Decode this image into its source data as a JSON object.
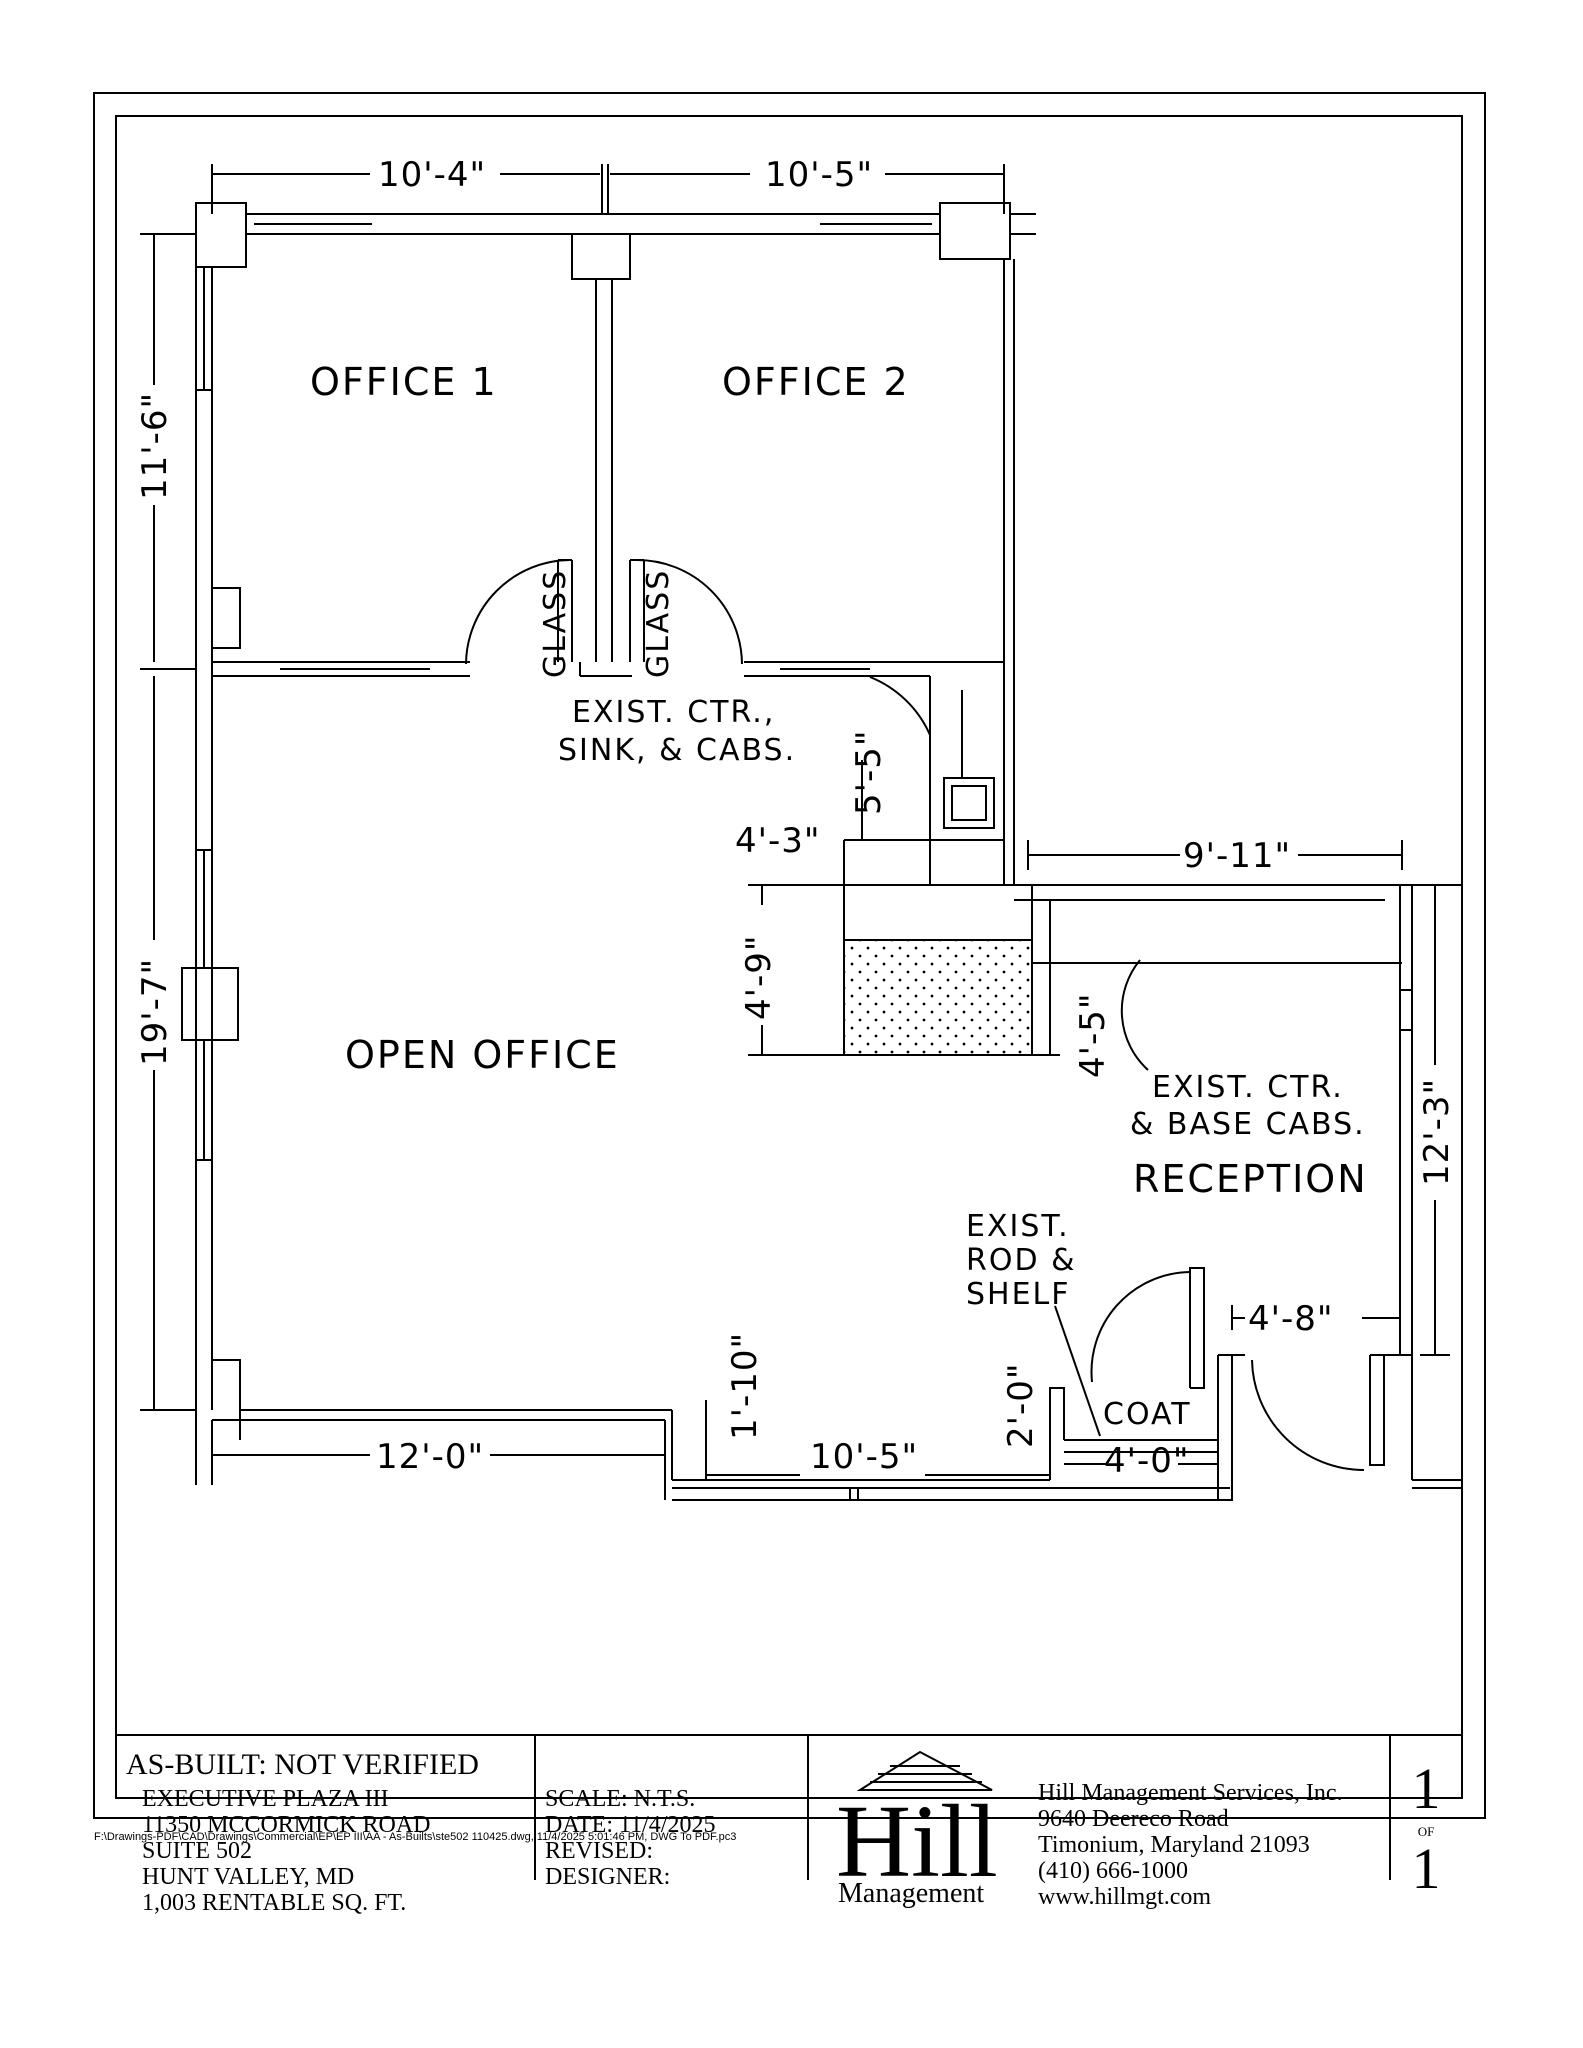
{
  "rooms": {
    "office1": "OFFICE 1",
    "office2": "OFFICE 2",
    "open_office": "OPEN OFFICE",
    "reception": "RECEPTION",
    "coat": "COAT"
  },
  "dimensions": {
    "office1_width": "10'-4\"",
    "office2_width": "10'-5\"",
    "offices_depth": "11'-6\"",
    "open_office_depth": "19'-7\"",
    "bottom_left": "12'-0\"",
    "bottom_mid": "10'-5\"",
    "jog": "1'-10\"",
    "coat_depth": "2'-0\"",
    "coat_width": "4'-0\"",
    "counter_width": "4'-3\"",
    "counter_depth": "4'-9\"",
    "sink_run": "5'-5\"",
    "reception_width": "9'-11\"",
    "reception_cab": "4'-5\"",
    "reception_depth": "12'-3\"",
    "entry_width": "4'-8\""
  },
  "notes": {
    "glass_left": "GLASS",
    "glass_right": "GLASS",
    "sink_line1": "EXIST. CTR.,",
    "sink_line2": "SINK, & CABS.",
    "base_line1": "EXIST. CTR.",
    "base_line2": "& BASE CABS.",
    "rod_line1": "EXIST.",
    "rod_line2": "ROD &",
    "rod_line3": "SHELF"
  },
  "title_block": {
    "status": "AS-BUILT: NOT VERIFIED",
    "address": [
      "EXECUTIVE PLAZA III",
      "11350 MCCORMICK ROAD",
      "SUITE 502",
      "HUNT VALLEY, MD",
      "1,003 RENTABLE SQ. FT."
    ],
    "scale": "SCALE: N.T.S.",
    "date": "DATE: 11/4/2025",
    "revised": "REVISED:",
    "designer": "DESIGNER:",
    "logo_word": "Hill",
    "logo_sub": "Management",
    "company": [
      "Hill Management Services, Inc.",
      "9640 Deereco Road",
      "Timonium, Maryland 21093",
      "(410) 666-1000",
      "www.hillmgt.com"
    ],
    "sheet_number": "1",
    "sheet_of": "OF",
    "sheet_total": "1"
  },
  "footer_path": "F:\\Drawings-PDF\\CAD\\Drawings\\Commercial\\EP\\EP III\\AA - As-Builts\\ste502 110425.dwg, 11/4/2025 5:01:46 PM, DWG To PDF.pc3"
}
